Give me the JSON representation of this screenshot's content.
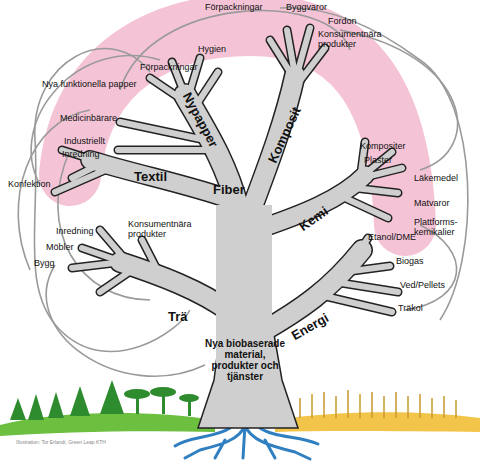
{
  "diagram": {
    "labels": [
      "Förpackningar",
      "Byggvaror",
      "Fordon",
      "Konsumentnära produkter",
      "Hygien",
      "Förpackningar",
      "Nya funktionella papper",
      "Medicinbärare",
      "Industriellt",
      "Inredning",
      "Konfektion",
      "Nypapper",
      "Komposit",
      "Textil",
      "Fiber",
      "Kemi",
      "Kompositer",
      "Plaster",
      "Läkemedel",
      "Matvaror",
      "Plattforms- kemikalier",
      "Etanol/DME",
      "Biogas",
      "Ved/Pellets",
      "Träkol",
      "Inredning",
      "Möbler",
      "Bygg",
      "Konsumentnära produkter",
      "Trä",
      "Energi",
      "Nya biobaserade material, produkter och tjänster",
      "Illustration: Tor Erlandi, Green Leap KTH"
    ]
  }
}
